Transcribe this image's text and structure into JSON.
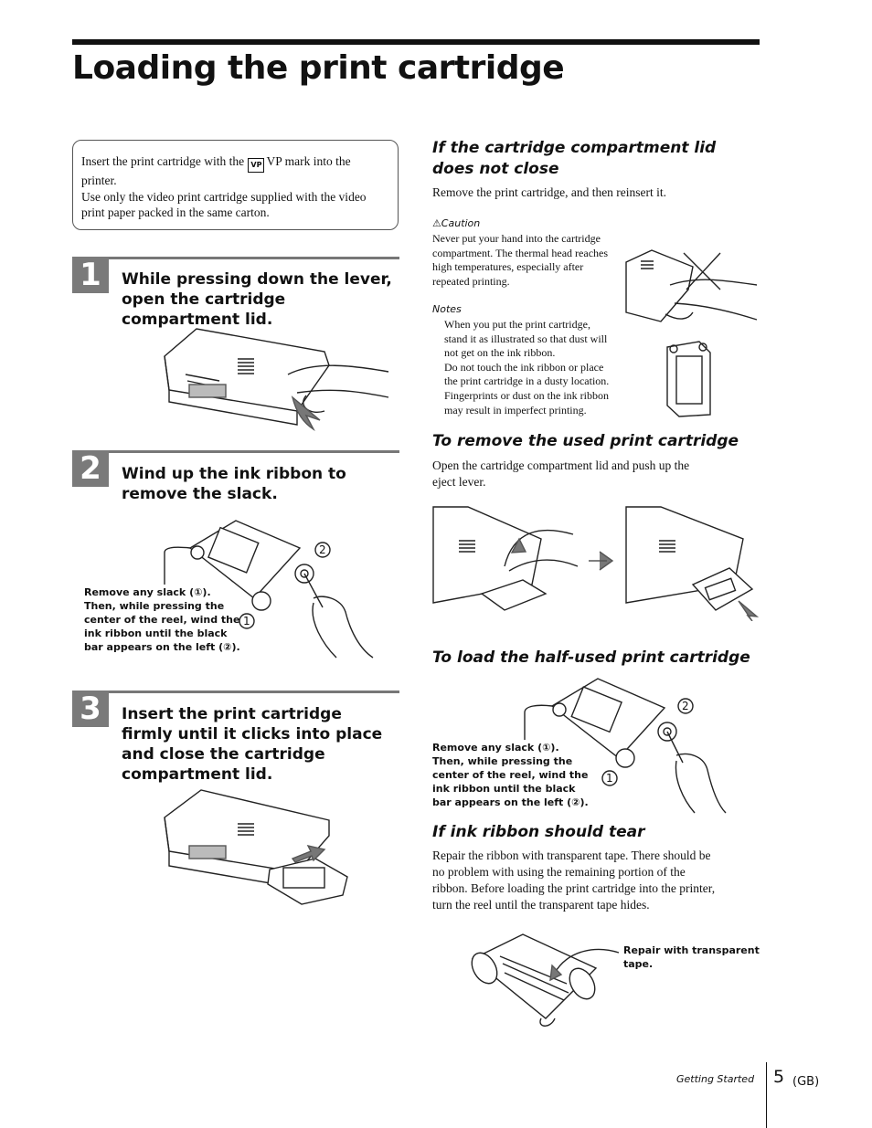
{
  "page": {
    "title": "Loading the print cartridge",
    "intro_line1_before": "Insert the print cartridge with the",
    "vp_mark": "VP",
    "intro_line1_after": "VP mark  into the printer.",
    "intro_line2": "Use  only the video print cartridge supplied with the video print paper packed in the same carton."
  },
  "steps": [
    {
      "number": "1",
      "text": "While pressing down the lever, open the cartridge compartment lid."
    },
    {
      "number": "2",
      "text": "Wind up the ink ribbon to remove the slack."
    },
    {
      "number": "3",
      "text": "Insert the print cartridge firmly until it clicks into place and close the cartridge compartment lid."
    }
  ],
  "step2_label": [
    "Remove any slack (①).",
    "Then, while pressing the",
    "center of the reel, wind the",
    "ink ribbon until the black",
    "bar appears on the left (②)."
  ],
  "callouts": {
    "one": "1",
    "two": "2"
  },
  "lid": {
    "heading": "If the cartridge compartment lid does not close",
    "text": "Remove the print cartridge, and then reinsert it.",
    "caution_label": "Caution",
    "caution_text": [
      "Never put your hand into the cartridge",
      "compartment. The thermal head reaches",
      "high temperatures, especially after",
      "repeated printing."
    ],
    "notes_label": "Notes",
    "notes_text": [
      "When you put the print cartridge,",
      "stand it as illustrated so that dust will",
      "not get on the ink ribbon.",
      "Do not touch the ink ribbon or place",
      "the print cartridge in a dusty location.",
      "Fingerprints or dust on the ink ribbon",
      "may result in imperfect printing."
    ]
  },
  "remove": {
    "heading": "To remove the used print cartridge",
    "text": [
      "Open the cartridge compartment lid and push up the",
      "eject lever."
    ]
  },
  "half_used": {
    "heading": "To load the half-used print cartridge",
    "label": [
      "Remove any slack (①).",
      "Then, while pressing the",
      "center of the reel, wind the",
      "ink ribbon until the black",
      "bar appears on the left (②)."
    ]
  },
  "tear": {
    "heading": "If ink ribbon should tear",
    "text": [
      "Repair the ribbon with transparent tape. There should be",
      "no problem with using the remaining portion of the",
      "ribbon. Before loading the print cartridge into the printer,",
      "turn the reel until the transparent tape hides."
    ],
    "label": [
      "Repair with transparent",
      "tape."
    ]
  },
  "footer": {
    "section": "Getting Started",
    "page_number": "5",
    "lang": "(GB)"
  }
}
